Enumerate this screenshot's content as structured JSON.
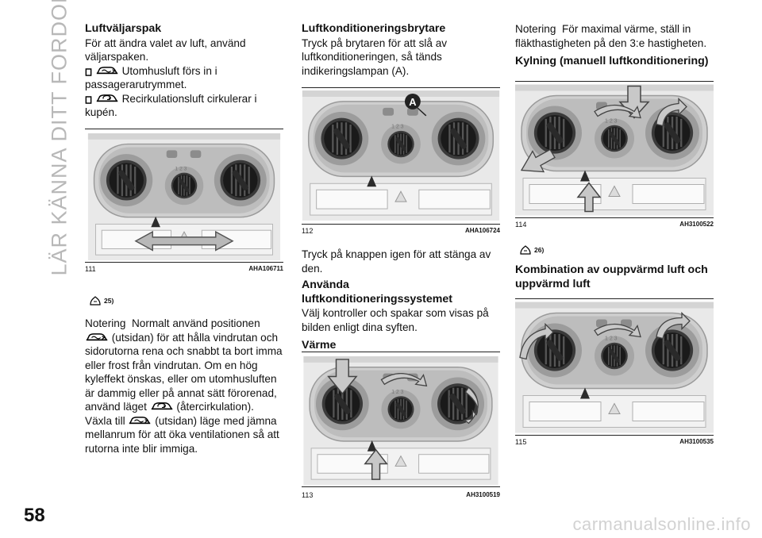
{
  "side_title": "LÄR KÄNNA DITT FORDON",
  "page_number": "58",
  "watermark": "carmanualsonline.info",
  "col1": {
    "heading": "Luftväljarspak",
    "intro": "För att ändra valet av luft, använd väljarspaken.",
    "item1": "Utomhusluft förs in i passagerarutrymmet.",
    "item2": "Recirkulationsluft cirkulerar i kupén.",
    "figure": {
      "number": "111",
      "code": "AHA106711"
    },
    "note_ref": "25)",
    "note_lead": "Notering",
    "note_text1": "Normalt använd positionen",
    "note_text2": "(utsidan) för att hålla vindrutan och sidorutorna rena och snabbt ta bort imma eller frost från vindrutan. Om en hög kyleffekt önskas, eller om utomhusluften är dammig eller på annat sätt förorenad, använd läget",
    "note_text3": "(återcirkulation). Växla till",
    "note_text4": "(utsidan) läge med jämna mellanrum för att öka ventilationen så att rutorna inte blir immiga."
  },
  "col2": {
    "heading": "Luftkonditioneringsbrytare",
    "text1": "Tryck på brytaren för att slå av luftkonditioneringen, så tänds indikeringslampan (A).",
    "figure1": {
      "number": "112",
      "code": "AHA106724",
      "label": "A"
    },
    "text2": "Tryck på knappen igen för att stänga av den.",
    "heading2": "Använda luftkonditioneringssystemet",
    "text3": "Välj kontroller och spakar som visas på bilden enligt dina syften.",
    "heading3": "Värme",
    "figure2": {
      "number": "113",
      "code": "AH3100519"
    }
  },
  "col3": {
    "note_lead": "Notering",
    "note_text": "För maximal värme, ställ in fläkthastigheten på den 3:e hastigheten.",
    "heading": "Kylning (manuell luftkonditionering)",
    "figure1": {
      "number": "114",
      "code": "AH3100522"
    },
    "note_ref": "26)",
    "heading2": "Kombination av ouppvärmd luft och uppvärmd luft",
    "figure2": {
      "number": "115",
      "code": "AH3100535"
    }
  }
}
